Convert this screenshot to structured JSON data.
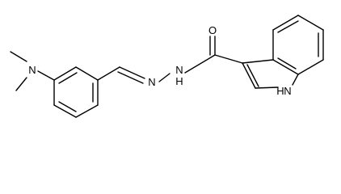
{
  "molecule": {
    "atoms": {
      "n_dimethylamino": "N",
      "n_hydrazone_imine": "N",
      "n_hydrazone_amide": "N",
      "h_hydrazone": "H",
      "o_carbonyl": "O",
      "n_indole": "N",
      "h_indole": "H"
    }
  }
}
